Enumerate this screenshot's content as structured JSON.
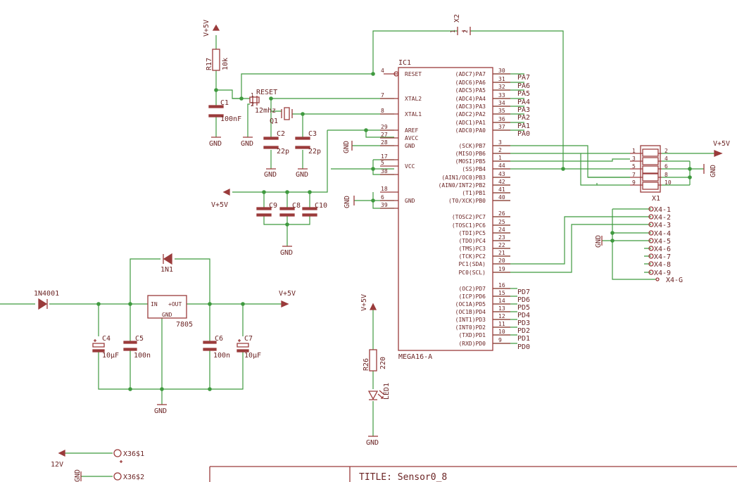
{
  "title_block": {
    "title": "TITLE: Sensor0_8"
  },
  "ic1": {
    "ref": "IC1",
    "part": "MEGA16-A",
    "left_pins": [
      {
        "num": "4",
        "name": "RESET"
      },
      {
        "num": "7",
        "name": "XTAL2"
      },
      {
        "num": "8",
        "name": "XTAL1"
      },
      {
        "num": "29",
        "name": "AREF"
      },
      {
        "num": "27",
        "name": "AVCC"
      },
      {
        "num": "28",
        "name": "GND"
      },
      {
        "num": "17",
        "name": ""
      },
      {
        "num": "5",
        "name": "VCC"
      },
      {
        "num": "38",
        "name": ""
      },
      {
        "num": "18",
        "name": ""
      },
      {
        "num": "6",
        "name": "GND"
      },
      {
        "num": "39",
        "name": ""
      }
    ],
    "right_pins": [
      {
        "num": "30",
        "name": "(ADC7)PA7",
        "net": "PA7"
      },
      {
        "num": "31",
        "name": "(ADC6)PA6",
        "net": "PA6"
      },
      {
        "num": "32",
        "name": "(ADC5)PA5",
        "net": "PA5"
      },
      {
        "num": "33",
        "name": "(ADC4)PA4",
        "net": "PA4"
      },
      {
        "num": "34",
        "name": "(ADC3)PA3",
        "net": "PA3"
      },
      {
        "num": "35",
        "name": "(ADC2)PA2",
        "net": "PA2"
      },
      {
        "num": "36",
        "name": "(ADC1)PA1",
        "net": "PA1"
      },
      {
        "num": "37",
        "name": "(ADC0)PA0",
        "net": "PA0"
      },
      {
        "num": "3",
        "name": "(SCK)PB7",
        "net": ""
      },
      {
        "num": "2",
        "name": "(MISO)PB6",
        "net": ""
      },
      {
        "num": "1",
        "name": "(MOSI)PB5",
        "net": ""
      },
      {
        "num": "44",
        "name": "(SS)PB4",
        "net": ""
      },
      {
        "num": "43",
        "name": "(AIN1/OC0)PB3",
        "net": ""
      },
      {
        "num": "42",
        "name": "(AIN0/INT2)PB2",
        "net": ""
      },
      {
        "num": "41",
        "name": "(T1)PB1",
        "net": ""
      },
      {
        "num": "40",
        "name": "(T0/XCK)PB0",
        "net": ""
      },
      {
        "num": "26",
        "name": "(TOSC2)PC7",
        "net": ""
      },
      {
        "num": "25",
        "name": "(TOSC1)PC6",
        "net": ""
      },
      {
        "num": "24",
        "name": "(TDI)PC5",
        "net": ""
      },
      {
        "num": "23",
        "name": "(TDO)PC4",
        "net": ""
      },
      {
        "num": "22",
        "name": "(TMS)PC3",
        "net": ""
      },
      {
        "num": "21",
        "name": "(TCK)PC2",
        "net": ""
      },
      {
        "num": "20",
        "name": "PC1(SDA)",
        "net": ""
      },
      {
        "num": "19",
        "name": "PC0(SCL)",
        "net": ""
      },
      {
        "num": "16",
        "name": "(OC2)PD7",
        "net": "PD7"
      },
      {
        "num": "15",
        "name": "(ICP)PD6",
        "net": "PD6"
      },
      {
        "num": "14",
        "name": "(OC1A)PD5",
        "net": "PD5"
      },
      {
        "num": "13",
        "name": "(OC1B)PD4",
        "net": "PD4"
      },
      {
        "num": "12",
        "name": "(INT1)PD3",
        "net": "PD3"
      },
      {
        "num": "11",
        "name": "(INT0)PD2",
        "net": "PD2"
      },
      {
        "num": "10",
        "name": "(TXD)PD1",
        "net": "PD1"
      },
      {
        "num": "9",
        "name": "(RXD)PD0",
        "net": "PD0"
      }
    ]
  },
  "x2": {
    "ref": "X2",
    "pin1": "1",
    "pin2": "2"
  },
  "reset_button": {
    "ref": "RESET",
    "pin1": "1",
    "pin2": "2"
  },
  "r17": {
    "ref": "R17",
    "value": "10k"
  },
  "r26": {
    "ref": "R26",
    "value": "220"
  },
  "c1": {
    "ref": "C1",
    "value": "100nF"
  },
  "c2": {
    "ref": "C2",
    "value": "22p"
  },
  "c3": {
    "ref": "C3",
    "value": "22p"
  },
  "c4": {
    "ref": "C4",
    "value": "10µF"
  },
  "c5": {
    "ref": "C5",
    "value": "100n"
  },
  "c6": {
    "ref": "C6",
    "value": "100n"
  },
  "c7": {
    "ref": "C7",
    "value": "10µF"
  },
  "c8": {
    "ref": "C8"
  },
  "c9": {
    "ref": "C9"
  },
  "c10": {
    "ref": "C10"
  },
  "q1": {
    "ref": "Q1",
    "value": "12mhz"
  },
  "d1": {
    "ref": "1N1"
  },
  "d_in": {
    "ref": "1N4001"
  },
  "reg": {
    "part": "7805",
    "in": "IN",
    "out": "+OUT",
    "gnd": "GND"
  },
  "led": {
    "ref": "LED1"
  },
  "x1": {
    "ref": "X1",
    "left_nums": [
      "1",
      "3",
      "5",
      "7",
      "9"
    ],
    "right_nums": [
      "2",
      "4",
      "6",
      "8",
      "10"
    ]
  },
  "x4": {
    "pins": [
      "X4-1",
      "X4-2",
      "X4-3",
      "X4-4",
      "X4-5",
      "X4-6",
      "X4-7",
      "X4-8",
      "X4-9",
      "X4-G"
    ]
  },
  "x36": {
    "pin1": "X36$1",
    "pin2": "X36$2"
  },
  "nets": {
    "vcc": "V+5V",
    "vin": "12V",
    "gnd": "GND"
  }
}
